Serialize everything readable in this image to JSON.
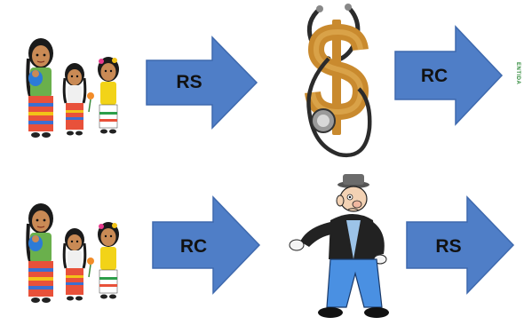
{
  "row1": {
    "arrow1_label": "RS",
    "arrow2_label": "RC",
    "edge_text": "ENTIDA"
  },
  "row2": {
    "arrow1_label": "RC",
    "arrow2_label": "RS"
  },
  "colors": {
    "arrow_fill": "#4f7ec7",
    "arrow_stroke": "#3e69ae",
    "gold": "#c98a2e",
    "stethoscope": "#2b2b2b"
  },
  "icons": [
    "family-illustration",
    "dollar-stethoscope-icon",
    "poor-man-empty-pockets-illustration"
  ]
}
